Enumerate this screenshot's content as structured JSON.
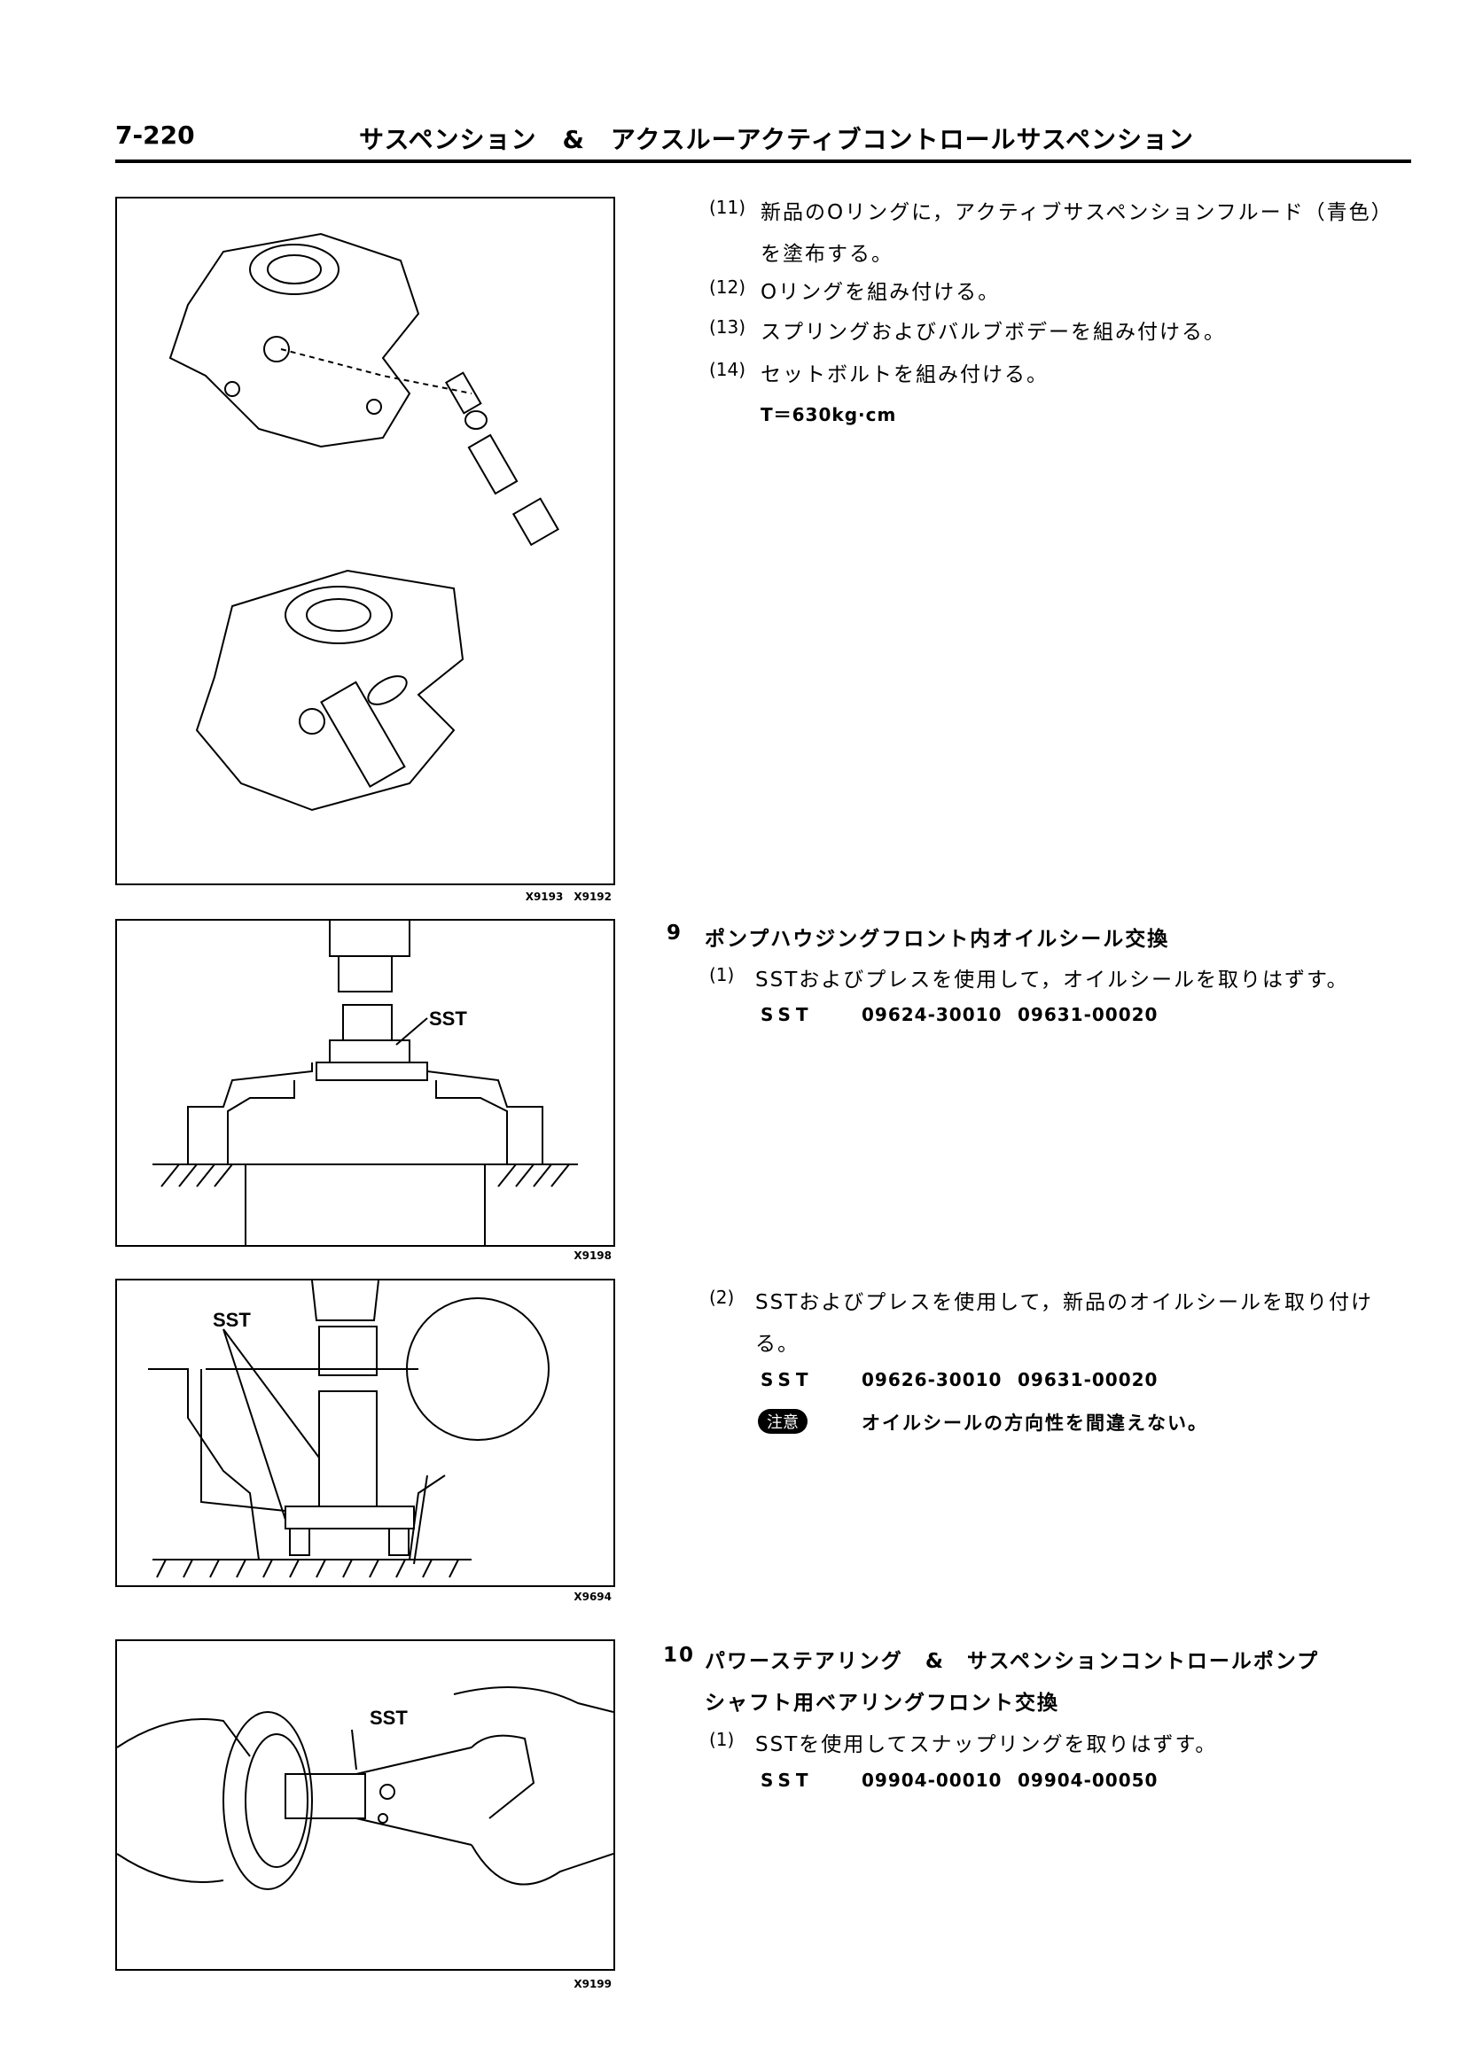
{
  "header": {
    "page_number": "7-220",
    "title": "サスペンション　&　アクスルーアクティブコントロールサスペンション"
  },
  "figures": [
    {
      "code": "X9193　X9192"
    },
    {
      "code": "X9198",
      "label": "SST"
    },
    {
      "code": "X9694",
      "label": "SST"
    },
    {
      "code": "X9199",
      "label": "SST"
    }
  ],
  "steps_top": [
    {
      "num": "(11)",
      "text": "新品のOリングに，アクティブサスペンションフルード（青色）",
      "cont": "を塗布する。"
    },
    {
      "num": "(12)",
      "text": "Oリングを組み付ける。"
    },
    {
      "num": "(13)",
      "text": "スプリングおよびバルブボデーを組み付ける。"
    },
    {
      "num": "(14)",
      "text": "セットボルトを組み付ける。",
      "torque": "T＝630kg·cm"
    }
  ],
  "section9": {
    "num": "9",
    "title": "ポンプハウジングフロント内オイルシール交換",
    "step1": {
      "num": "(1)",
      "text": "SSTおよびプレスを使用して，オイルシールを取りはずす。",
      "sst_label": "SST",
      "sst_parts": [
        "09624-30010",
        "09631-00020"
      ]
    },
    "step2": {
      "num": "(2)",
      "text": "SSTおよびプレスを使用して，新品のオイルシールを取り付け",
      "cont": "る。",
      "sst_label": "SST",
      "sst_parts": [
        "09626-30010",
        "09631-00020"
      ],
      "caution_badge": "注意",
      "caution_text": "オイルシールの方向性を間違えない。"
    }
  },
  "section10": {
    "num": "10",
    "title": "パワーステアリング　&　サスペンションコントロールポンプ",
    "title_cont": "シャフト用ベアリングフロント交換",
    "step1": {
      "num": "(1)",
      "text": "SSTを使用してスナップリングを取りはずす。",
      "sst_label": "SST",
      "sst_parts": [
        "09904-00010",
        "09904-00050"
      ]
    }
  }
}
